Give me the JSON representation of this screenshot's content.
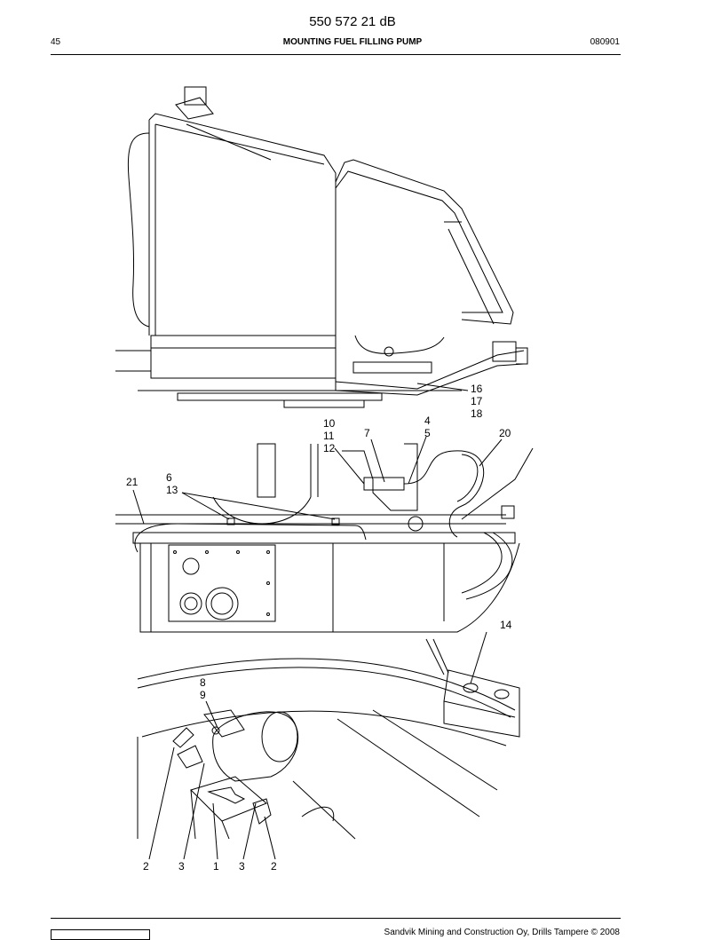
{
  "header": {
    "doc_number": "550 572 21 dB",
    "page_number": "45",
    "title": "MOUNTING FUEL FILLING PUMP",
    "date_code": "080901"
  },
  "footer": {
    "copyright": "Sandvik Mining and Construction Oy, Drills Tampere © 2008"
  },
  "callouts": {
    "top_view": [
      "16",
      "17",
      "18"
    ],
    "mid_view": {
      "c10_12": [
        "10",
        "11",
        "12"
      ],
      "c7": "7",
      "c4_5": [
        "4",
        "5"
      ],
      "c20": "20",
      "c21": "21",
      "c6_13": [
        "6",
        "13"
      ]
    },
    "detail_view": {
      "c14": "14",
      "c8_9": [
        "8",
        "9"
      ],
      "bottom_row": [
        "2",
        "3",
        "1",
        "3",
        "2"
      ]
    }
  }
}
